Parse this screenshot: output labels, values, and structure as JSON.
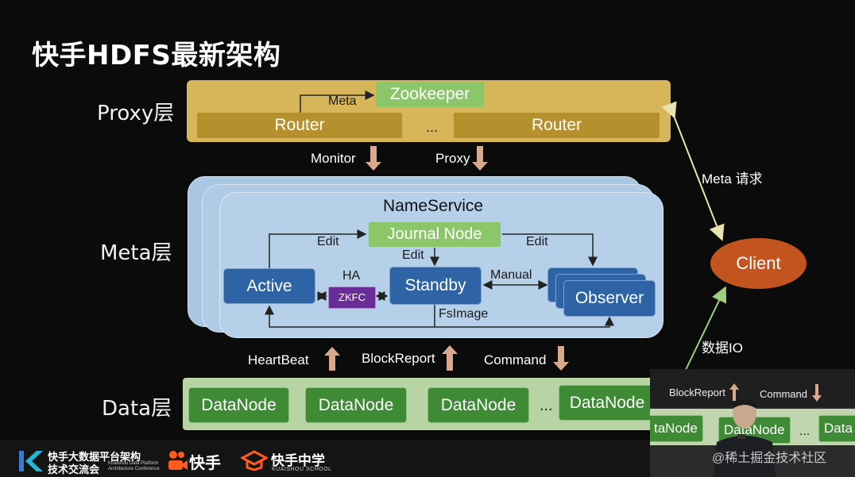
{
  "title": "快手HDFS最新架构",
  "layers": {
    "proxy": "Proxy层",
    "meta": "Meta层",
    "data": "Data层"
  },
  "proxy": {
    "zookeeper": "Zookeeper",
    "meta_label": "Meta",
    "router_left": "Router",
    "router_right": "Router",
    "ellipsis": "..."
  },
  "arrows": {
    "monitor": "Monitor",
    "proxy": "Proxy",
    "heartbeat": "HeartBeat",
    "blockreport": "BlockReport",
    "command": "Command",
    "meta_request": "Meta 请求",
    "data_io": "数据IO"
  },
  "nameservice": {
    "title": "NameService",
    "journal_node": "Journal Node",
    "active": "Active",
    "standby": "Standby",
    "observer": "Observer",
    "zkfc": "ZKFC",
    "ha": "HA",
    "edit_left": "Edit",
    "edit_right": "Edit",
    "edit_down": "Edit",
    "manual": "Manual",
    "fsimage": "FsImage"
  },
  "client": "Client",
  "datanodes": [
    "DataNode",
    "DataNode",
    "DataNode",
    "DataNode"
  ],
  "data_ellipsis": "...",
  "footer": {
    "conf_line1": "快手大数据平台架构",
    "conf_line2": "技术交流会",
    "conf_en1": "Kuaishou Data Platform",
    "conf_en2": "Architecture Conference",
    "kuaishou": "快手",
    "school": "快手中学",
    "school_en": "KUAISHOU SCHOOL"
  },
  "pip": {
    "blockreport": "BlockReport",
    "command": "Command",
    "dn1": "taNode",
    "dn2": "DataNode",
    "dn3": "Data",
    "ellipsis": "..."
  },
  "watermark": "@稀土掘金技术社区",
  "colors": {
    "proxy_bg": "#d7b65a",
    "router": "#b7902e",
    "zookeeper": "#8cc66b",
    "nameservice": "#b6d0ea",
    "node_blue": "#2e64a6",
    "zkfc": "#6a2c98",
    "client": "#c4541f",
    "datanode": "#3f8a34",
    "data_bg": "#b8d4a5"
  }
}
